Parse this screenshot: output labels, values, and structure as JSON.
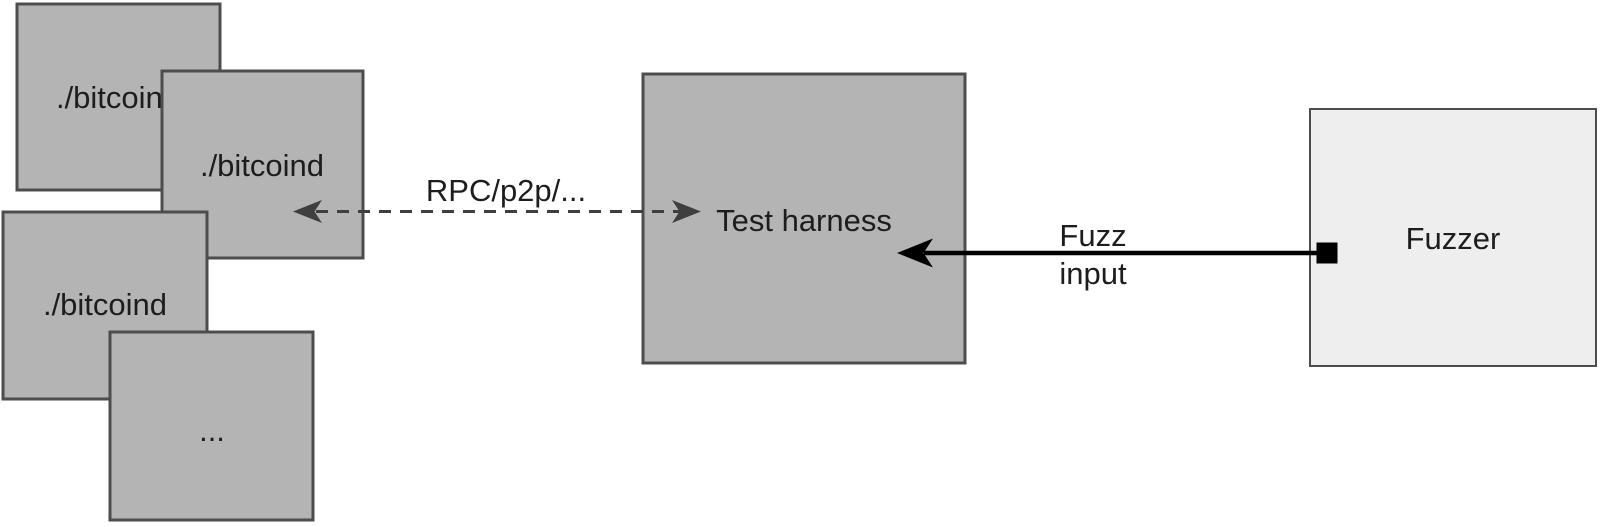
{
  "diagram": {
    "description": "Fuzzing architecture diagram: multiple bitcoind instances communicate with a test harness over RPC/p2p, and a fuzzer feeds fuzz input into the test harness",
    "nodes": {
      "bitcoind_1": {
        "label": "./bitcoind"
      },
      "bitcoind_2": {
        "label": "./bitcoind"
      },
      "bitcoind_3": {
        "label": "./bitcoind"
      },
      "bitcoind_more": {
        "label": "..."
      },
      "test_harness": {
        "label": "Test harness"
      },
      "fuzzer": {
        "label": "Fuzzer"
      }
    },
    "edges": {
      "rpc_p2p": {
        "label": "RPC/p2p/...",
        "style": "dashed",
        "direction": "bidirectional",
        "from": "bitcoind_2",
        "to": "test_harness"
      },
      "fuzz_input": {
        "label_lines": [
          "Fuzz",
          "input"
        ],
        "style": "solid",
        "direction": "fuzzer-to-test-harness",
        "from": "fuzzer",
        "to": "test_harness"
      }
    },
    "colors": {
      "background": "#ffffff",
      "node_fill": "#b4b4b4",
      "node_border": "#4d4d4d",
      "fuzzer_fill": "#eeeeee",
      "fuzzer_border": "#4d4d4d",
      "dashed_arrow": "#3f3f3f",
      "solid_arrow": "#000000",
      "text": "#1d1d1d"
    }
  }
}
